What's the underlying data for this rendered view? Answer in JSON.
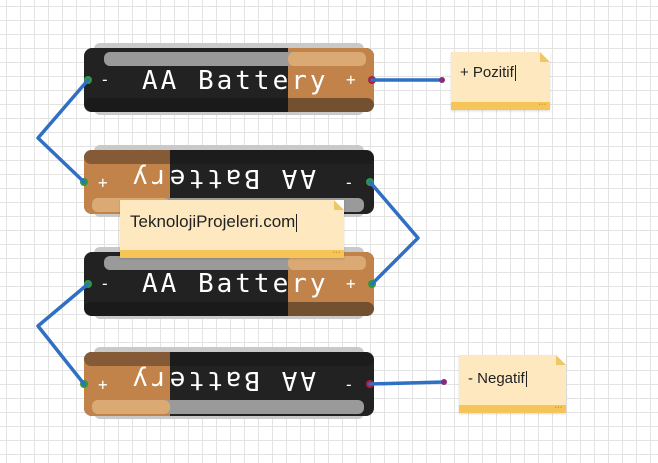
{
  "batteries": [
    {
      "label": "AA Battery",
      "left_terminal": "-",
      "right_terminal": "+",
      "orientation": "normal"
    },
    {
      "label": "AA Battery",
      "left_terminal": "+",
      "right_terminal": "-",
      "orientation": "flipped"
    },
    {
      "label": "AA Battery",
      "left_terminal": "-",
      "right_terminal": "+",
      "orientation": "normal"
    },
    {
      "label": "AA Battery",
      "left_terminal": "+",
      "right_terminal": "-",
      "orientation": "flipped"
    }
  ],
  "notes": {
    "positive": "+ Pozitif",
    "watermark": "TeknolojiProjeleri.com",
    "negative": "- Negatif"
  },
  "colors": {
    "wire": "#2f6fc4",
    "battery_body": "#222222",
    "battery_copper": "#c2834a",
    "note_bg": "#fde8bf",
    "note_stripe": "#f6c457",
    "terminal_lead": "#b01e3c"
  }
}
